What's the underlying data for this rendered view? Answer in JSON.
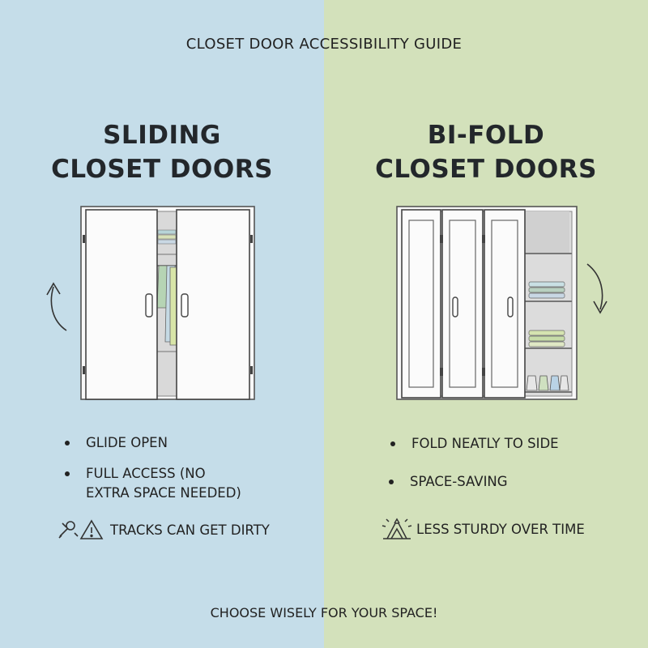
{
  "guide_title": "CLOSET DOOR ACCESSIBILITY GUIDE",
  "colors": {
    "left_bg": "#c5dde9",
    "right_bg": "#d3e1bb"
  },
  "sliding": {
    "title_line1": "SLIDING",
    "title_line2": "CLOSET DOORS",
    "bullets": [
      {
        "line1": "GLIDE OPEN",
        "line2": ""
      },
      {
        "line1": "FULL ACCESS (NO",
        "line2": "EXTRA SPACE NEEDED)"
      }
    ],
    "warning": "TRACKS CAN GET DIRTY",
    "warning_icons": [
      "wrench-icon",
      "warning-triangle-icon"
    ]
  },
  "bifold": {
    "title_line1": "BI-FOLD",
    "title_line2": "CLOSET DOORS",
    "bullets": [
      "FOLD NEATLY TO SIDE",
      "SPACE-SAVING"
    ],
    "warning": "LESS STURDY OVER TIME",
    "warning_icons": [
      "broken-structure-icon"
    ]
  },
  "footer": "CHOOSE WISELY FOR YOUR SPACE!"
}
